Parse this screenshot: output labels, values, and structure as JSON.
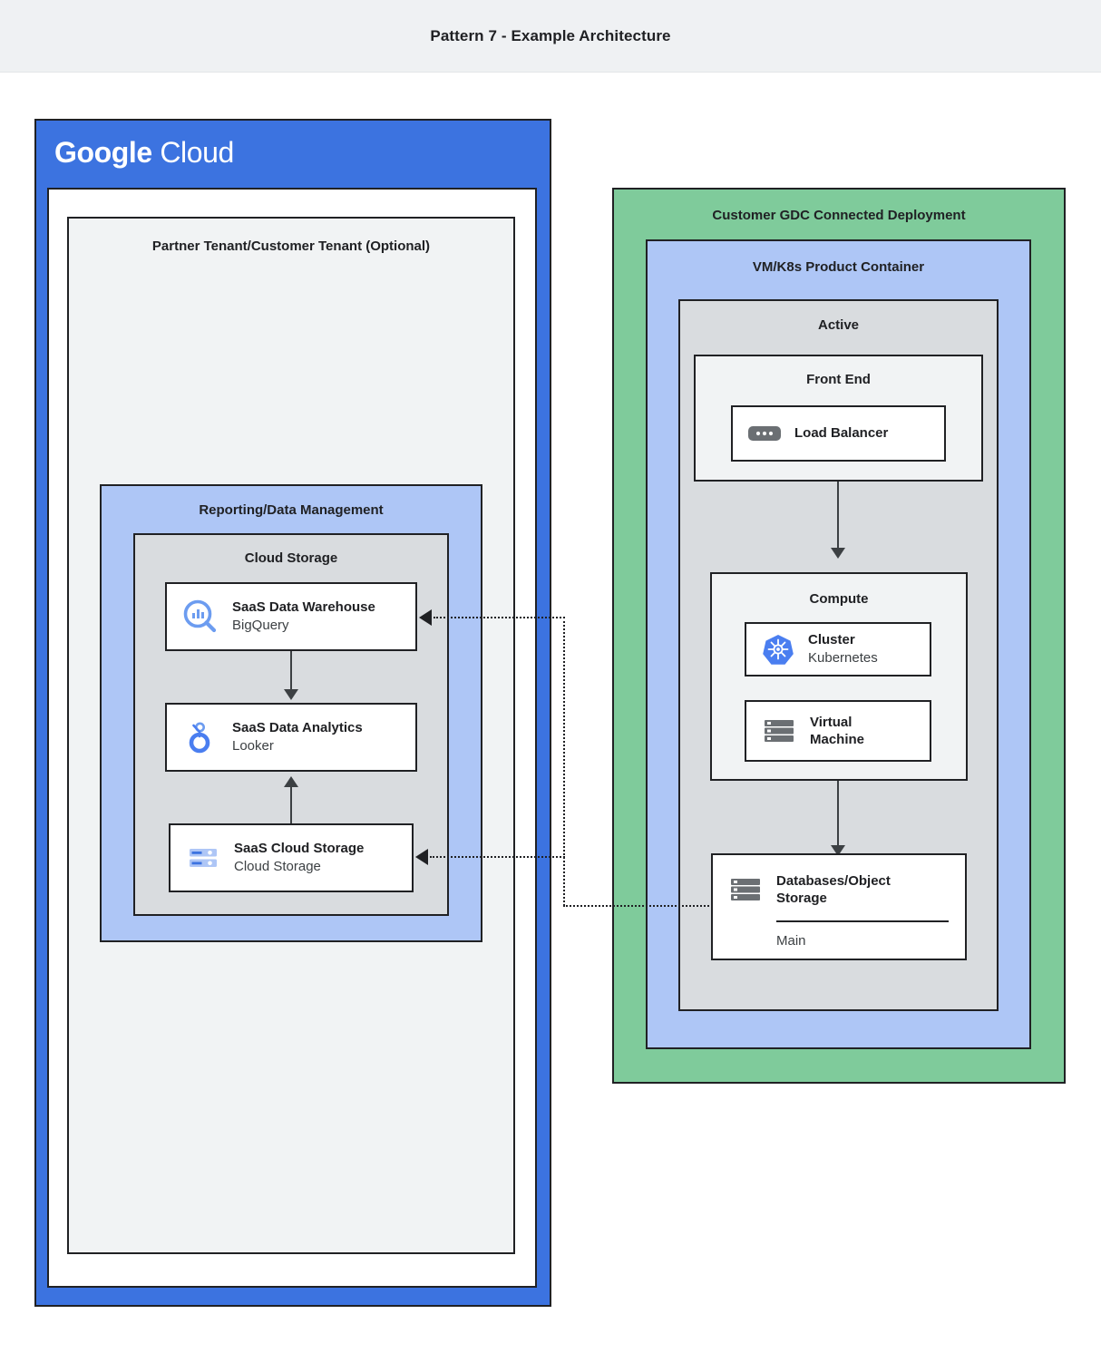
{
  "header": {
    "title": "Pattern 7 - Example Architecture"
  },
  "colors": {
    "google_blue": "#3c73e0",
    "light_blue": "#aec6f6",
    "green": "#7fcb9b",
    "gray": "#d9dcdf",
    "light_gray": "#f1f3f4",
    "header_bg": "#eff1f3",
    "stroke": "#202124",
    "arrow": "#3c4043"
  },
  "google_cloud": {
    "logo_strong": "Google",
    "logo_light": "Cloud",
    "tenant": {
      "title": "Partner Tenant/Customer Tenant (Optional)",
      "reporting": {
        "title": "Reporting/Data Management",
        "cloud_storage": {
          "title": "Cloud Storage",
          "items": [
            {
              "name": "SaaS Data Warehouse",
              "product": "BigQuery",
              "icon": "bigquery-icon"
            },
            {
              "name": "SaaS Data Analytics",
              "product": "Looker",
              "icon": "looker-icon"
            },
            {
              "name": "SaaS Cloud Storage",
              "product": "Cloud Storage",
              "icon": "cloud-storage-icon"
            }
          ]
        }
      }
    }
  },
  "gdc": {
    "title": "Customer GDC Connected Deployment",
    "product_container": {
      "title": "VM/K8s Product Container",
      "active": {
        "title": "Active",
        "front_end": {
          "title": "Front End",
          "items": [
            {
              "name": "Load Balancer",
              "product": "",
              "icon": "load-balancer-icon"
            }
          ]
        },
        "compute": {
          "title": "Compute",
          "items": [
            {
              "name": "Cluster",
              "product": "Kubernetes",
              "icon": "kubernetes-icon"
            },
            {
              "name": "Virtual\nMachine",
              "product": "",
              "icon": "virtual-machine-icon"
            }
          ]
        },
        "database": {
          "name": "Databases/Object\nStorage",
          "sub": "Main",
          "icon": "database-icon"
        }
      }
    }
  }
}
